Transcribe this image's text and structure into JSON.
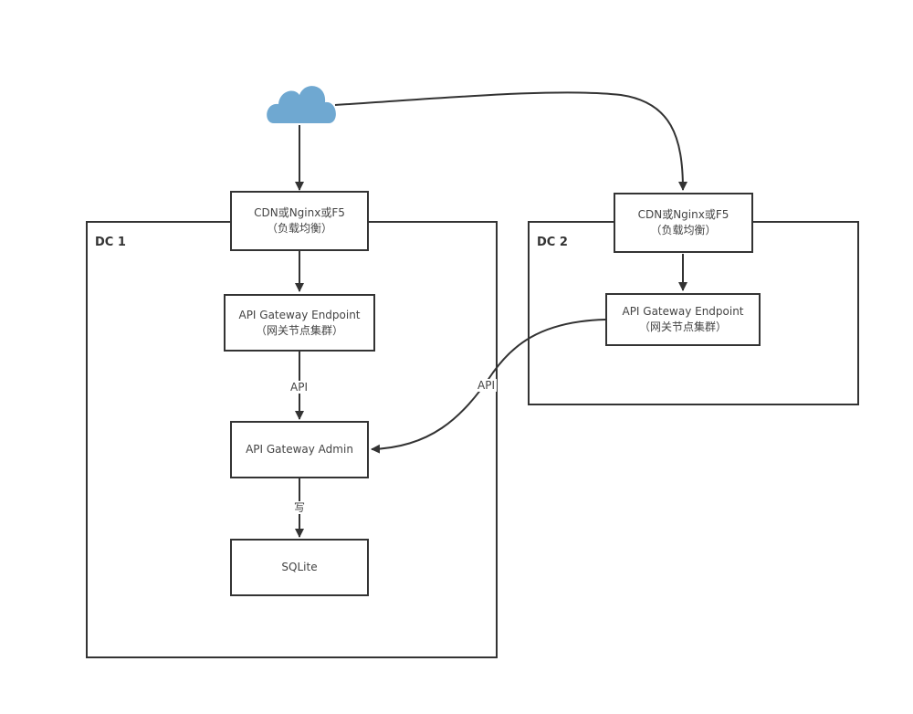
{
  "containers": {
    "dc1": {
      "label": "DC 1"
    },
    "dc2": {
      "label": "DC 2"
    }
  },
  "nodes": {
    "cloud": {
      "icon": "cloud-icon",
      "color": "#6fa8d1"
    },
    "dc1_lb": {
      "line1": "CDN或Nginx或F5",
      "line2": "（负载均衡）"
    },
    "dc1_endpoint": {
      "line1": "API Gateway Endpoint",
      "line2": "（网关节点集群）"
    },
    "dc1_admin": {
      "line1": "API Gateway Admin"
    },
    "dc1_sqlite": {
      "line1": "SQLite"
    },
    "dc2_lb": {
      "line1": "CDN或Nginx或F5",
      "line2": "（负载均衡）"
    },
    "dc2_endpoint": {
      "line1": "API Gateway Endpoint",
      "line2": "（网关节点集群）"
    }
  },
  "edges": {
    "endpoint_to_admin": {
      "label": "API"
    },
    "admin_to_sqlite": {
      "label": "写"
    },
    "dc2_endpoint_to_admin": {
      "label": "API"
    }
  },
  "colors": {
    "stroke": "#333333",
    "cloud": "#6fa8d1"
  }
}
